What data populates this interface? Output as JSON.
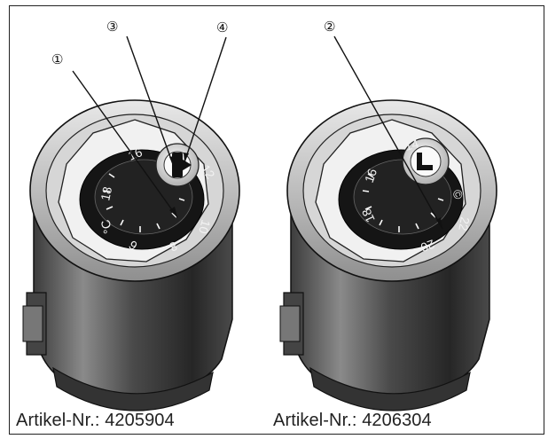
{
  "valves": [
    {
      "article_label": "Artikel-Nr.: 4205904",
      "dial": {
        "marks": [
          "16",
          "18",
          "°C",
          "6",
          "8",
          "10",
          "12"
        ]
      },
      "callouts": [
        "①",
        "③",
        "④"
      ]
    },
    {
      "article_label": "Artikel-Nr.: 4206304",
      "dial": {
        "marks": [
          "14",
          "16",
          "18",
          "20",
          "22",
          "©"
        ]
      },
      "callouts": [
        "②"
      ]
    }
  ]
}
